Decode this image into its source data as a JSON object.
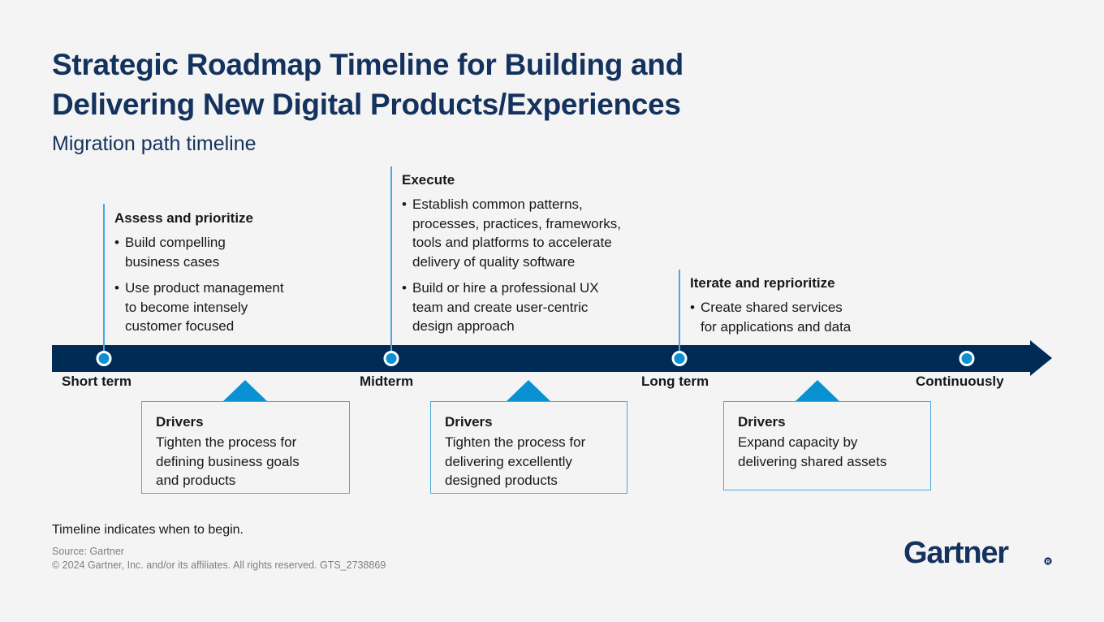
{
  "header": {
    "title": "Strategic Roadmap Timeline for Building and\nDelivering New Digital Products/Experiences",
    "subtitle": "Migration path timeline"
  },
  "timeline": {
    "terms": [
      {
        "label": "Short term"
      },
      {
        "label": "Midterm"
      },
      {
        "label": "Long term"
      },
      {
        "label": "Continuously"
      }
    ]
  },
  "callouts": [
    {
      "title": "Assess and prioritize",
      "bullet_glyph": "•",
      "bullets": [
        "Build compelling\nbusiness cases",
        "Use product management\nto become intensely\ncustomer focused"
      ]
    },
    {
      "title": "Execute",
      "bullet_glyph": "•",
      "bullets": [
        "Establish common patterns,\nprocesses, practices, frameworks,\ntools and platforms to accelerate\ndelivery of quality software",
        "Build or hire a professional UX\nteam and create user-centric\ndesign approach"
      ]
    },
    {
      "title": "Iterate and reprioritize",
      "bullet_glyph": "•",
      "bullets": [
        "Create shared services\nfor applications and data"
      ]
    }
  ],
  "drivers": [
    {
      "title": "Drivers",
      "text": "Tighten the process for\ndefining business goals\nand products"
    },
    {
      "title": "Drivers",
      "text": "Tighten the process for\ndelivering excellently\ndesigned products"
    },
    {
      "title": "Drivers",
      "text": "Expand capacity by\ndelivering shared assets"
    }
  ],
  "footer": {
    "note": "Timeline indicates when to begin.",
    "source": "Source: Gartner",
    "copyright": "© 2024 Gartner, Inc. and/or its affiliates. All rights reserved. GTS_2738869",
    "logo_text": "Gartner",
    "logo_mark": "®"
  },
  "colors": {
    "background": "#f4f4f4",
    "navy": "#002b54",
    "title_navy": "#13325d",
    "accent_blue": "#0a91d2",
    "light_blue": "#4aa7df",
    "text": "#16181d",
    "muted": "#7c7f86"
  }
}
